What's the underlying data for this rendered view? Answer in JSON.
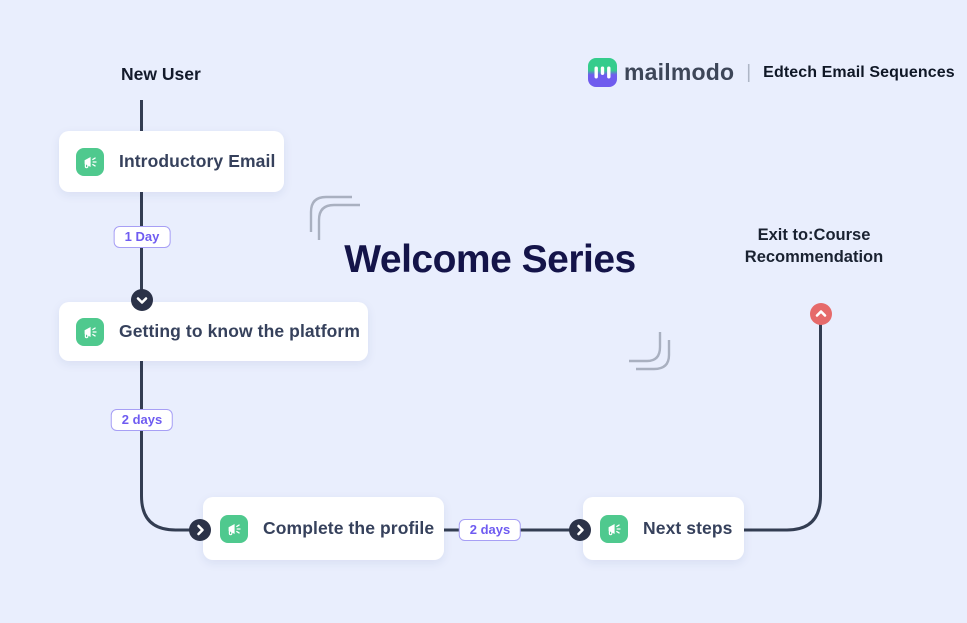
{
  "header": {
    "brand": "mailmodo",
    "divider": "|",
    "subtitle": "Edtech Email Sequences"
  },
  "title": "Welcome Series",
  "flow": {
    "entry_label": "New User",
    "exit_line1": "Exit to:Course",
    "exit_line2": "Recommendation",
    "nodes": [
      {
        "label": "Introductory Email",
        "icon": "megaphone-icon"
      },
      {
        "label": "Getting to know the platform",
        "icon": "megaphone-icon"
      },
      {
        "label": "Complete the profile",
        "icon": "megaphone-icon"
      },
      {
        "label": "Next steps",
        "icon": "megaphone-icon"
      }
    ],
    "delays": [
      {
        "label": "1 Day"
      },
      {
        "label": "2 days"
      },
      {
        "label": "2 days"
      }
    ],
    "markers": [
      {
        "icon": "chevron-down-icon"
      },
      {
        "icon": "chevron-right-icon"
      },
      {
        "icon": "chevron-right-icon"
      },
      {
        "icon": "chevron-up-icon"
      }
    ]
  },
  "colors": {
    "background": "#E9EEFD",
    "card": "#FFFFFF",
    "node_icon_green": "#4FC98E",
    "badge_purple": "#6F5CF1",
    "badge_border": "#A79FF5",
    "connector": "#333D52",
    "marker_dark": "#2B3248",
    "exit_red": "#E66A6A",
    "title_navy": "#141449",
    "logo_green": "#35CC8C",
    "logo_purple": "#6F5BEE"
  }
}
